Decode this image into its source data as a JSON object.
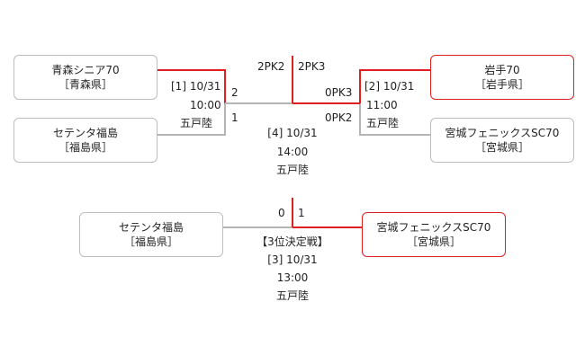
{
  "teams": {
    "aomori": {
      "name": "青森シニア70",
      "pref": "［青森県］"
    },
    "setenta1": {
      "name": "セテンタ福島",
      "pref": "［福島県］"
    },
    "iwate": {
      "name": "岩手70",
      "pref": "［岩手県］"
    },
    "miyagi1": {
      "name": "宮城フェニックスSC70",
      "pref": "［宮城県］"
    },
    "setenta2": {
      "name": "セテンタ福島",
      "pref": "［福島県］"
    },
    "miyagi2": {
      "name": "宮城フェニックスSC70",
      "pref": "［宮城県］"
    }
  },
  "match1": {
    "no": "[1] 10/31",
    "time": "10:00",
    "venue": "五戸陸",
    "score_top": "2",
    "score_bottom": "1"
  },
  "match2": {
    "no": "[2] 10/31",
    "time": "11:00",
    "venue": "五戸陸",
    "score_top": "0PK3",
    "score_bottom": "0PK2"
  },
  "final": {
    "no": "[4] 10/31",
    "time": "14:00",
    "venue": "五戸陸",
    "score_left": "2PK2",
    "score_right": "2PK3"
  },
  "third": {
    "title": "【3位決定戦】",
    "no": "[3] 10/31",
    "time": "13:00",
    "venue": "五戸陸",
    "score_left": "0",
    "score_right": "1"
  },
  "colors": {
    "win_line": "#e02020",
    "lose_line": "#b5b5b5"
  }
}
